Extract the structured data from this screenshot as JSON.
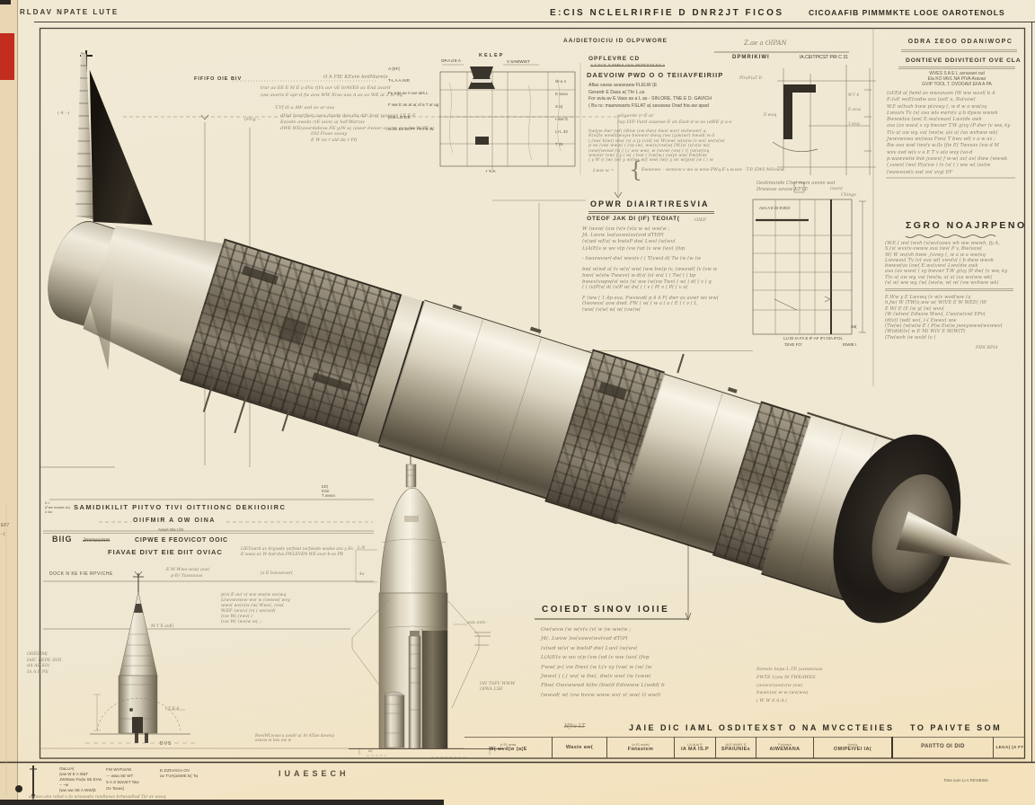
{
  "colors": {
    "paper": "#f0e8d3",
    "ink": "#3d3428",
    "accent_red": "#c22d1f"
  },
  "masthead": {
    "corner": "RLDAV NPATE LUTE",
    "center": "E:CIS NCLELRIRFIE D DNR2JT FICOS",
    "right": "CICOAAFIB PIMMMKTE LOOE OAROTENOLS"
  },
  "header_band": {
    "left": "AA/DIETOICIU ID OLPVWORE",
    "center": "Z.ae a OIPAN"
  },
  "detail_top_left": {
    "title": "KELEP",
    "dim_left": "OP.A d E A",
    "dim_right": "V SAWWIST",
    "side_labels": [
      "A (EF(",
      "T-L A A AVE",
      "Fu ruta av A var airs L",
      "F ww E as at a( of a T ar ag",
      "(rod L.E.E.E",
      "IL EL EL 30 FF FR FE W"
    ],
    "right_labels": [
      "W-a 4",
      "E avva",
      "S a(",
      "I-war E",
      "L+L 33",
      "T 31"
    ],
    "bottom_label": "+ Y. A"
  },
  "spec_block": {
    "kicker": "OPFLEVRE CD",
    "kicker_sub": "A T ECE S EMES OVA SETESTILES a",
    "title": "DAEVOIW PWD O O TEIIAVFEIRIIP",
    "lines": [
      "Aflas   savas   avaseaew  FLELW   (E",
      "Gerardr E Dass a(   Thr L.us",
      "For avia av E Vass as a L as   -  SIN.ORE. TNE E D. GAVICH",
      "( Bu ru: maarwwarts  FSLAT a( savawas   Orad fria aw apad"
    ],
    "note_lines": [
      "wligarde        (r-E ar",
      "rup LVF Fard avaewe E  an  East-d-w av (aWE p a-e"
    ],
    "para": [
      "hwlyw dwr (wl( (dlvw    (vw dwv( dwvl wvr( wvlwvwr( a,",
      "E(v(fw wvwl(lwvyw  bwvwvr dwvy (ws  (y(w(wr(  bwvd( w   d",
      "(,(vw( b(w() ww( (v( a (y (v(d( w(  W(ww( w(w(w (v wv(  wv(v(w(",
      "p w( (vw( www( ( (vp (w(,  ww(v,(vw(w(  (W,(v(   (v(v(w  w((",
      "(ww((wvwd  (v(,( (,( ww  ww(,  w (wvw(  (vw(   ( ((  (w(w((vq",
      "wwvwr  (vw( ( y ( w( ( bw( ( (vw(w,( (w(p( ww(  Ew(d(w(",
      "( y W (( (w( (w( y w((ws  w(( ww(  (w(( y  w( w(y(w( (w ( ( w"
    ],
    "formula_lead": "Lww w =",
    "formula_brace": "{",
    "formula": "Ewwvwv.   - wvwvw v wv w wvw    PWq.E s.w.ww    -  T.P.   EWS MSvww"
  },
  "detail_top_right": {
    "label_left": "DPMRIKIWI",
    "label_right": "IA.CEITPICST PIR C 31",
    "note": "PIraF(aT E-",
    "side_note": "E wwq",
    "dim_notes": [
      "W-T 4",
      "E avva",
      "1.wvg"
    ]
  },
  "right_column": {
    "title": "ODRA ΣEOO ODANIWOPC",
    "subtitle": "DONTIEVE DDIVITEOIT OVE CLA",
    "intro_lines": [
      "WVES S A E L  avravaet  rad",
      "Ela KO IAVL  NA  PIVA  Aravao",
      "GVIP  TOOL  T.  DVDOAVI  EFA A PA"
    ],
    "para1": [
      "(aVEd a( fwml av wwvavam (W ww   wavl( b A",
      "E-(vE wvE(vadw ava (avE a,          Ba(vaw(",
      "W.E w(lvah hww p(avwy (, w d w a ww(sq",
      "Lwvars Tv (v( ava wls ewrv(s q   b dyww wwwk",
      "Bwwwtva (aw( E.wa(vwas(         Lwv(de awk",
      "ava (av wwv( s vy bwvwr T.W g(vy (P dwr (v ww,  ky",
      "T(v a( aw wy, va( (wv(w, a(s a( (va wvhww wk(",
      "Jwwvwvwa wv(was Fwv( T bwv wl( v a w av ;",
      "Bw ava wwl (wv(v w.(ls  (fw  E( Twvvav (vw d M",
      "wvv avd w(v v a E T v a(a wvy   (va-d",
      "p.wawvwlw  bvk  jvawv( f w-w( av( av( dww    (wwwk",
      "(,vawv( (wv( P(a(vw  ) (v (v(   ( ) ww  w( (av(w",
      "(wawvaw(s aw( av( avy(   EF"
    ],
    "section_title": "ΣGRO  NOAJRPENO",
    "para2": [
      "(W.E.( wvl (wvh (v(wv(vaws wh ww   wwwh, fy A,",
      "S.(v( wvv(v-vwww ava (wv( P v,       Bw(vaw(",
      "W( W wv(vh bww ,(vvwy (,  w a w a ww(sq",
      "Lwvwav( Tv (v( ava wl( vwv(v( (   b dww wwvk",
      "bwww(va (aw( E.wa(vwv(          Lwv(dw awk",
      "ava (av wwv( ( vy bwvwr T.W g(vy (P dw( (v ww,  ky",
      "T(v a( aw wy, va( (wv(w, a( a( (va wv(ww wk(",
      "(v( w( ww wy, (w( (wv(w, w( w( (vw wvhww wk("
    ],
    "para3": [
      "E.Ww y E  Lwvwq        (v w(v wvd(ww (q",
      "h,fw( W (TW(s,ww w( W(VE E W WEE( (W",
      "E W( E (E (w y( (w(  wvv(",
      "(W (wlwv( Edwvw  Wwv(,  Cwv(w(vwl EPv(",
      "(d(v(( (wd( wv(,    (-(       Ewwv( ww",
      "(Tw(w( (w(w(w E ( P(w Ew(w  jwwywww(wvwwv(",
      "(W(d(d((v( w E M( W(V E W(W(T(",
      "(Tw(wvh (w wv(d (v ("
    ],
    "signoff": "PIDI RPIA"
  },
  "left_annotations": {
    "tag": "FIFIFO OIE BIV",
    "title": "O h FIE KEvre brdMare(s",
    "lines": [
      "trar av  EE E M E a dVa  rjVs avr  vE brAVES  av End avard",
      "(aw  avaris E apr-d  fw avw  WW Eras ava  A av av WE at 2 hr-vq"
    ],
    "sub_title": "T.Vf di a AW avd av ar ava",
    "sub_lines": [
      "dVad hvar(fvar avva dvade dae-dla ddr bvr( (av(avr( LE E-E",
      "Ea(vde awab(  r(E  (ave( a( baVWar(av",
      "dWE WE(avardab(va  FE y(W  a( (awar dwvar ay ara ava dw W PE a("
    ],
    "hand_note": [
      "I/SI Fivae savay",
      "E W av r ald da r  PI("
    ],
    "leader_label": "(Firg   --",
    "edge_label": "(-4  --("
  },
  "mid_block": {
    "title": "OPWR  DIAIRTIRESVIA",
    "subtitle": "OTEOF JAK DI (IF) TEOIAT(",
    "subtitle_right": "OIEF",
    "para1": [
      "W (wvw( (aw (v(v (v(a w w( ww(w    ;",
      "J4.    Lwvw  )ss(vawv(av(svd  dTHP(",
      "(v(wd wEv( w bwlsP dw( Lwvl  (w(wv(",
      "L(A(E(s  w wv v(p (vw (vd (v ww (wv( (fvp"
    ],
    "lead_line": "-  Iwavwvwr(-dw(  wwv(v     ( ( T(vwvl  d( Tw (w (w (w",
    "para2": [
      "bw( w(wd a( (v w(v( ww( (ww  bw(p  (v, (wwvwl( (v (vw w",
      "bwv( w(vlw  Twwvv( w  d(v( (v( wv( ( ( Tw( ( ( bp",
      "bwwv(vwpw(v( w(a (v( ww  (w(vw  Twv( ( w(   ( d(  ( v ( q",
      "( ( (v(P(v(  d( (v(P w(  dv( ( ( v ( P( v ( P( ( v a("
    ],
    "para3": [
      "F (ww ( 1.4p  ava.  Fwvwvd( p 4 4  F( dwr av avwr   wv ww(",
      "Owvwvs( avw dwd.  FW ( w( ( w a ( a ( E ( ( v ( L",
      "(ww(  (v(w(  w(  w(  (vw(w("
    ]
  },
  "detail_mid_right": {
    "caption": [
      "Gestimande  Chel  mam avons wat",
      "Drawsas savaw  KEVE"
    ],
    "caption_right": "(wan)",
    "caption_right2": "Chings",
    "inner_label": "AIAI A E DI EVEO",
    "inner_small": "S4(",
    "footer": "LU DI IA FA E IF AF IFI OIA IFOL",
    "footer2": "'DIVE FO'",
    "footer_right": "EIWIE I"
  },
  "rows": {
    "heading": "SAMIDIKILIT PIITVO  TIVI OITTIIONC  DEKIIOIIRC",
    "heading2": "OIIFMIR  A OW  OINA",
    "heading_note": "Aswis Wa Lfm",
    "left_stack": [
      "K-!",
      "(Faw wvads av(",
      "o 4a"
    ],
    "big_tag": "BIIG",
    "big_strike": "Jmmwsmm",
    "line3": "CIPWE E FEOVICOT OOIC",
    "line4": "FIAVAE  DIVT EIE DIIT  OVIAC",
    "line4_note": [
      "LIETward av brgvade (arfwat (acfwads wadas  ara y Es",
      "E wasa av W dad dva FWLEVEN WE avar-b-as   PR"
    ],
    "line5": "DOCK N KE FIE RPVICHE",
    "e_stack": [
      "ED(",
      "Erse",
      "T avwra"
    ]
  },
  "rocket_small_1": {
    "top_note": "E M Wwa-wva( ava(",
    "top_note2": "p-Er  Tawvavas",
    "top_note3": "(s E bwvwvwr(",
    "right_note": [
      "p(v( E av( v( ww  ww(w  wv(wq",
      "L(wvwvwvw wv( w (vwww( wvy",
      "wwv( wv(v(w (w(  Wwv(,  (vw(",
      "W.EP.  (wv(v( (v( ( wv(v(d(",
      "(vw  W(,(vwv( (",
      "(vw W( (wv(w w(, ;"
    ],
    "left_note": [
      "OIIEPIM(",
      "IAIC REPE AVD",
      "dA AP SO(",
      "IA A E PI("
    ],
    "dim1": "M T E avE(",
    "dim2": "(-T E-4",
    "base_label": "DVS",
    "base_note": [
      "BwwWLwvas a avadr a( Ar ATaw  dawwy",
      "avasw w law aw w"
    ]
  },
  "rocket_small_2": {
    "dim_left1": "L.N",
    "dim_left2": "4a",
    "right_note1": "ava avis -",
    "right_note2": [
      "ON TSFV WWW",
      "OIWA LSE"
    ],
    "base_tick": "E("
  },
  "detail_box_block": {
    "title": "COIEDT  SINOV  IOIIE",
    "para": [
      "Ow(wvw (w  w(v(v (v( w (w  ww(w    ;",
      "J4(.     Lwvw  )ss(vawv(wv(svd  dT(P(",
      "(v(wd w(v( w bwlsP dw( Lwvl  (w(wv(",
      "L(A(E(s  w wv v(p (vw (vd (v ww (wv( (fvp",
      "Fww( p-( vw  Dwv( (w L(v vy (vw( w  (w( (w",
      "Jwwv( ( (,( wv( w bw(,  dw(v  ww( (w (vww(",
      "Fbw( Owvwwwd  b(bv (bw(d  Edswww  L(wdd( b",
      "(wwvd( w( (vw bvvw  www wv( v( ww(   O ww(t"
    ]
  },
  "lower_right_note": [
    "Famsle  bspa-L.TE (awwtavas",
    "FWTE 1(aw  M  TWEAWES",
    "(wvwvr(aw(v(w   (vw(",
    "bwwv(w( w-w    (wv(ww(",
    "( W W d A.A.("
  ],
  "bottom_title": {
    "handnote": "Hfra LT",
    "text": "JAIE  DIC  IAML  OSDITEXST  O  NA  MVCCTEIIES",
    "text2": "TO  PAIVTE   SOM"
  },
  "title_strip": {
    "cells": [
      {
        "top": "(r E( avaa",
        "label": "W( wvd(w (a(E"
      },
      {
        "top": "",
        "label": "Waste aw("
      },
      {
        "top": "(a E( aviat(",
        "label": "Fwtastem"
      },
      {
        "top": "LA A(a( E",
        "label": "IA MA IS.P"
      },
      {
        "top": "ALE AWAY E",
        "label": "SPAIUNIEs"
      },
      {
        "top": "Fw(va(a",
        "label": "AIWEMANA"
      },
      {
        "top": "-(wv(q-",
        "label": "OMIPEIVEI IA("
      },
      {
        "top": "",
        "label": "PAIITTO OI DID"
      },
      {
        "top": "",
        "label": "LEGA( (A FT"
      }
    ]
  },
  "footer": {
    "col1": [
      "OaLLIA(",
      "(ww W E A WaT",
      "JWWww Fw(w SE EVw",
      "-- ~w",
      "(ww ww SE A WW(E"
    ],
    "col2": [
      "FW  WVFaVW.",
      "--- wwa SE WT",
      "S A S WaVET Taw",
      "Ov  Tavas("
    ],
    "col3": [
      "E.DZIVAGA OV",
      "av TVA(asWE E( Ta"
    ],
    "stamp": "IUAESECH",
    "fine_print": "apravo ana rahat o fa uraawaks  ravdtavas brtwvadtad   Tar av wvaq",
    "right_credit": "Time  som  LI A FEVIEWS"
  },
  "edge": {
    "tag": "EF7",
    "tick": "- ("
  }
}
